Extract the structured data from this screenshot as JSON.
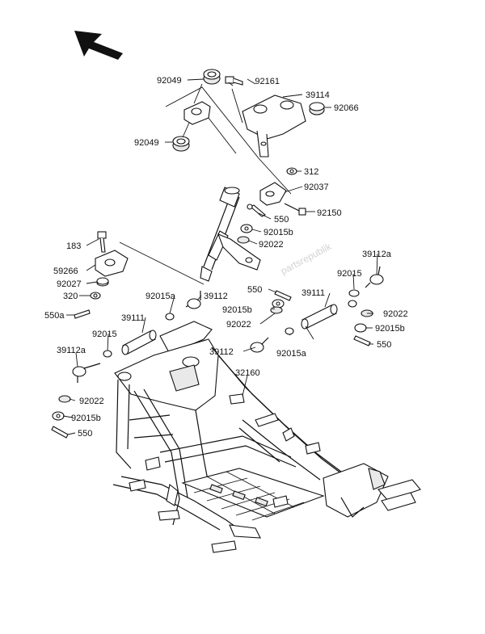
{
  "diagram": {
    "callouts": [
      {
        "id": "c1",
        "text": "92049"
      },
      {
        "id": "c2",
        "text": "92161"
      },
      {
        "id": "c3",
        "text": "39114"
      },
      {
        "id": "c4",
        "text": "92066"
      },
      {
        "id": "c5",
        "text": "92049"
      },
      {
        "id": "c6",
        "text": "312"
      },
      {
        "id": "c7",
        "text": "92037"
      },
      {
        "id": "c8",
        "text": "92150"
      },
      {
        "id": "c9",
        "text": "550"
      },
      {
        "id": "c10",
        "text": "92015b"
      },
      {
        "id": "c11",
        "text": "92022"
      },
      {
        "id": "c12",
        "text": "183"
      },
      {
        "id": "c13",
        "text": "59266"
      },
      {
        "id": "c14",
        "text": "92027"
      },
      {
        "id": "c15",
        "text": "320"
      },
      {
        "id": "c16",
        "text": "550a"
      },
      {
        "id": "c17",
        "text": "39112a"
      },
      {
        "id": "c18",
        "text": "92015"
      },
      {
        "id": "c19",
        "text": "550"
      },
      {
        "id": "c20",
        "text": "39111"
      },
      {
        "id": "c21",
        "text": "92015a"
      },
      {
        "id": "c22",
        "text": "39112"
      },
      {
        "id": "c23",
        "text": "92015b"
      },
      {
        "id": "c24",
        "text": "92022"
      },
      {
        "id": "c25",
        "text": "92022"
      },
      {
        "id": "c26",
        "text": "92015b"
      },
      {
        "id": "c27",
        "text": "550"
      },
      {
        "id": "c28",
        "text": "39111"
      },
      {
        "id": "c29",
        "text": "92015"
      },
      {
        "id": "c30",
        "text": "39112a"
      },
      {
        "id": "c31",
        "text": "39112"
      },
      {
        "id": "c32",
        "text": "92015a"
      },
      {
        "id": "c33",
        "text": "32160"
      },
      {
        "id": "c34",
        "text": "92022"
      },
      {
        "id": "c35",
        "text": "92015b"
      },
      {
        "id": "c36",
        "text": "550"
      }
    ],
    "watermark": "partsrepublik"
  }
}
